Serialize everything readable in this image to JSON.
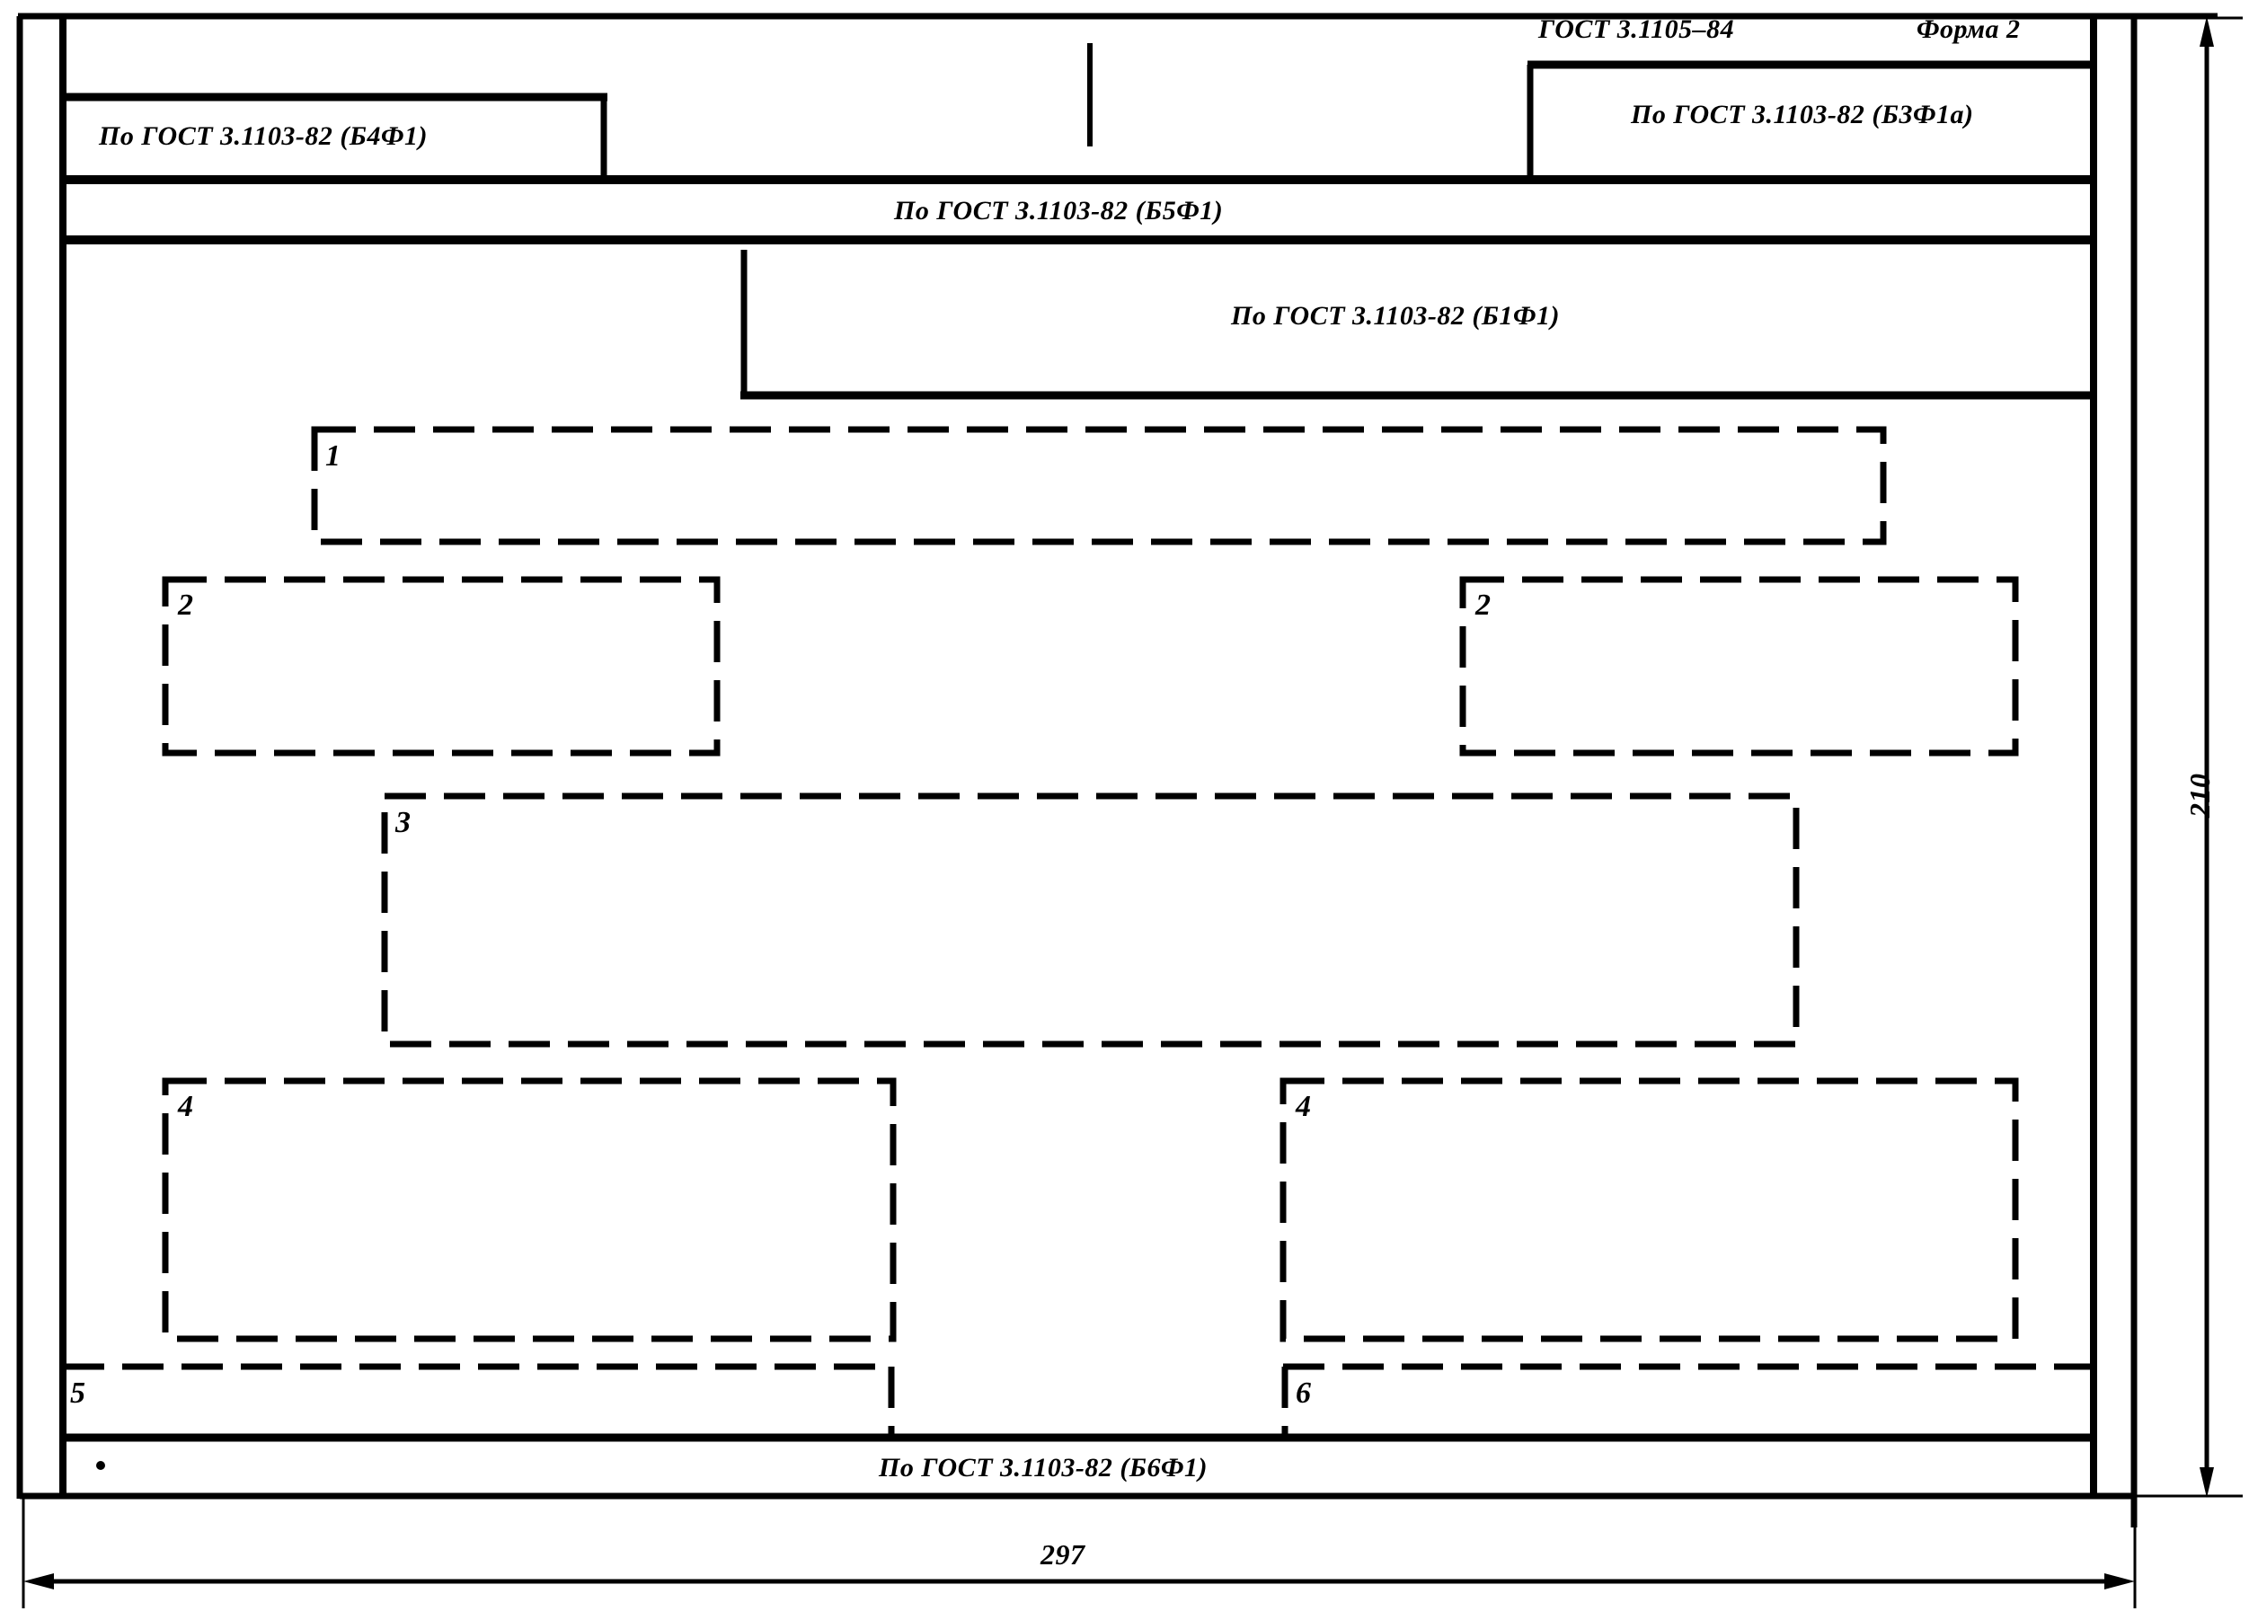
{
  "document": {
    "standard": "ГОСТ 3.1105–84",
    "form": "Форма 2",
    "type": "technical-drawing-sheet-layout"
  },
  "header": {
    "standard_label": "ГОСТ 3.1105–84",
    "form_label": "Форма 2"
  },
  "bands": {
    "top_left": "По ГОСТ 3.1103-82 (Б4Ф1)",
    "top_right": "По ГОСТ 3.1103-82 (Б3Ф1а)",
    "row2": "По ГОСТ З.1103-82 (Б5Ф1)",
    "row3": "По ГОСТ 3.1103-82 (Б1Ф1)",
    "bottom": "По ГОСТ 3.1103-82 (Б6Ф1)"
  },
  "zones": [
    {
      "id": "zone-1",
      "number": "1"
    },
    {
      "id": "zone-2l",
      "number": "2"
    },
    {
      "id": "zone-2r",
      "number": "2"
    },
    {
      "id": "zone-3",
      "number": "3"
    },
    {
      "id": "zone-4l",
      "number": "4"
    },
    {
      "id": "zone-4r",
      "number": "4"
    },
    {
      "id": "zone-5",
      "number": "5"
    },
    {
      "id": "zone-6",
      "number": "6"
    }
  ],
  "dimensions": {
    "width": "297",
    "height": "210"
  },
  "colors": {
    "ink": "#000000",
    "paper": "#ffffff"
  }
}
